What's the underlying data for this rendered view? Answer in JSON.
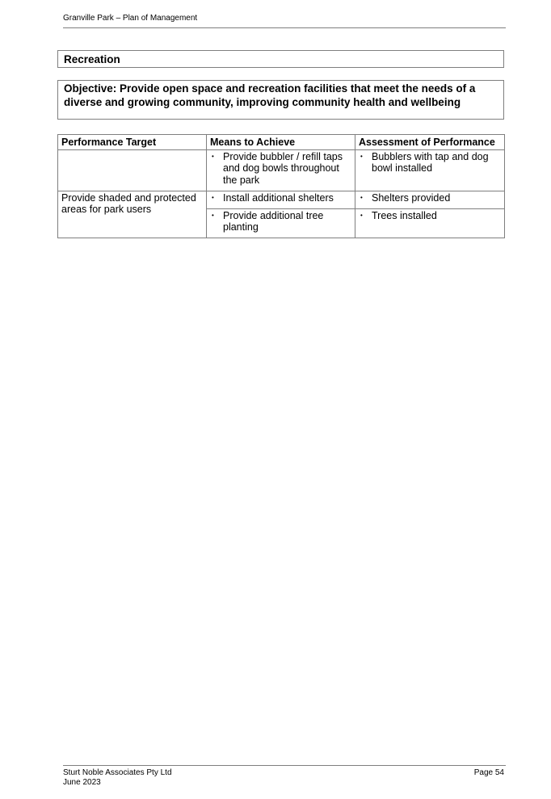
{
  "header": {
    "title": "Granville Park – Plan of Management"
  },
  "section": {
    "title": "Recreation"
  },
  "objective": {
    "text": "Objective: Provide open space and recreation facilities that meet the needs of a diverse and growing community, improving community health and wellbeing"
  },
  "table": {
    "headers": [
      "Performance Target",
      "Means to Achieve",
      "Assessment of Performance"
    ],
    "rows": [
      {
        "target": "",
        "means": "Provide bubbler / refill taps and dog bowls throughout the park",
        "assessment": "Bubblers with tap and dog bowl installed"
      },
      {
        "target": "Provide shaded and protected areas for park users",
        "means": "Install additional shelters",
        "assessment": "Shelters provided"
      },
      {
        "target": "",
        "means": "Provide additional tree planting",
        "assessment": "Trees installed"
      }
    ],
    "bullet_glyph": "•"
  },
  "footer": {
    "company": "Sturt Noble Associates Pty Ltd",
    "date": "June 2023",
    "page": "Page 54"
  }
}
